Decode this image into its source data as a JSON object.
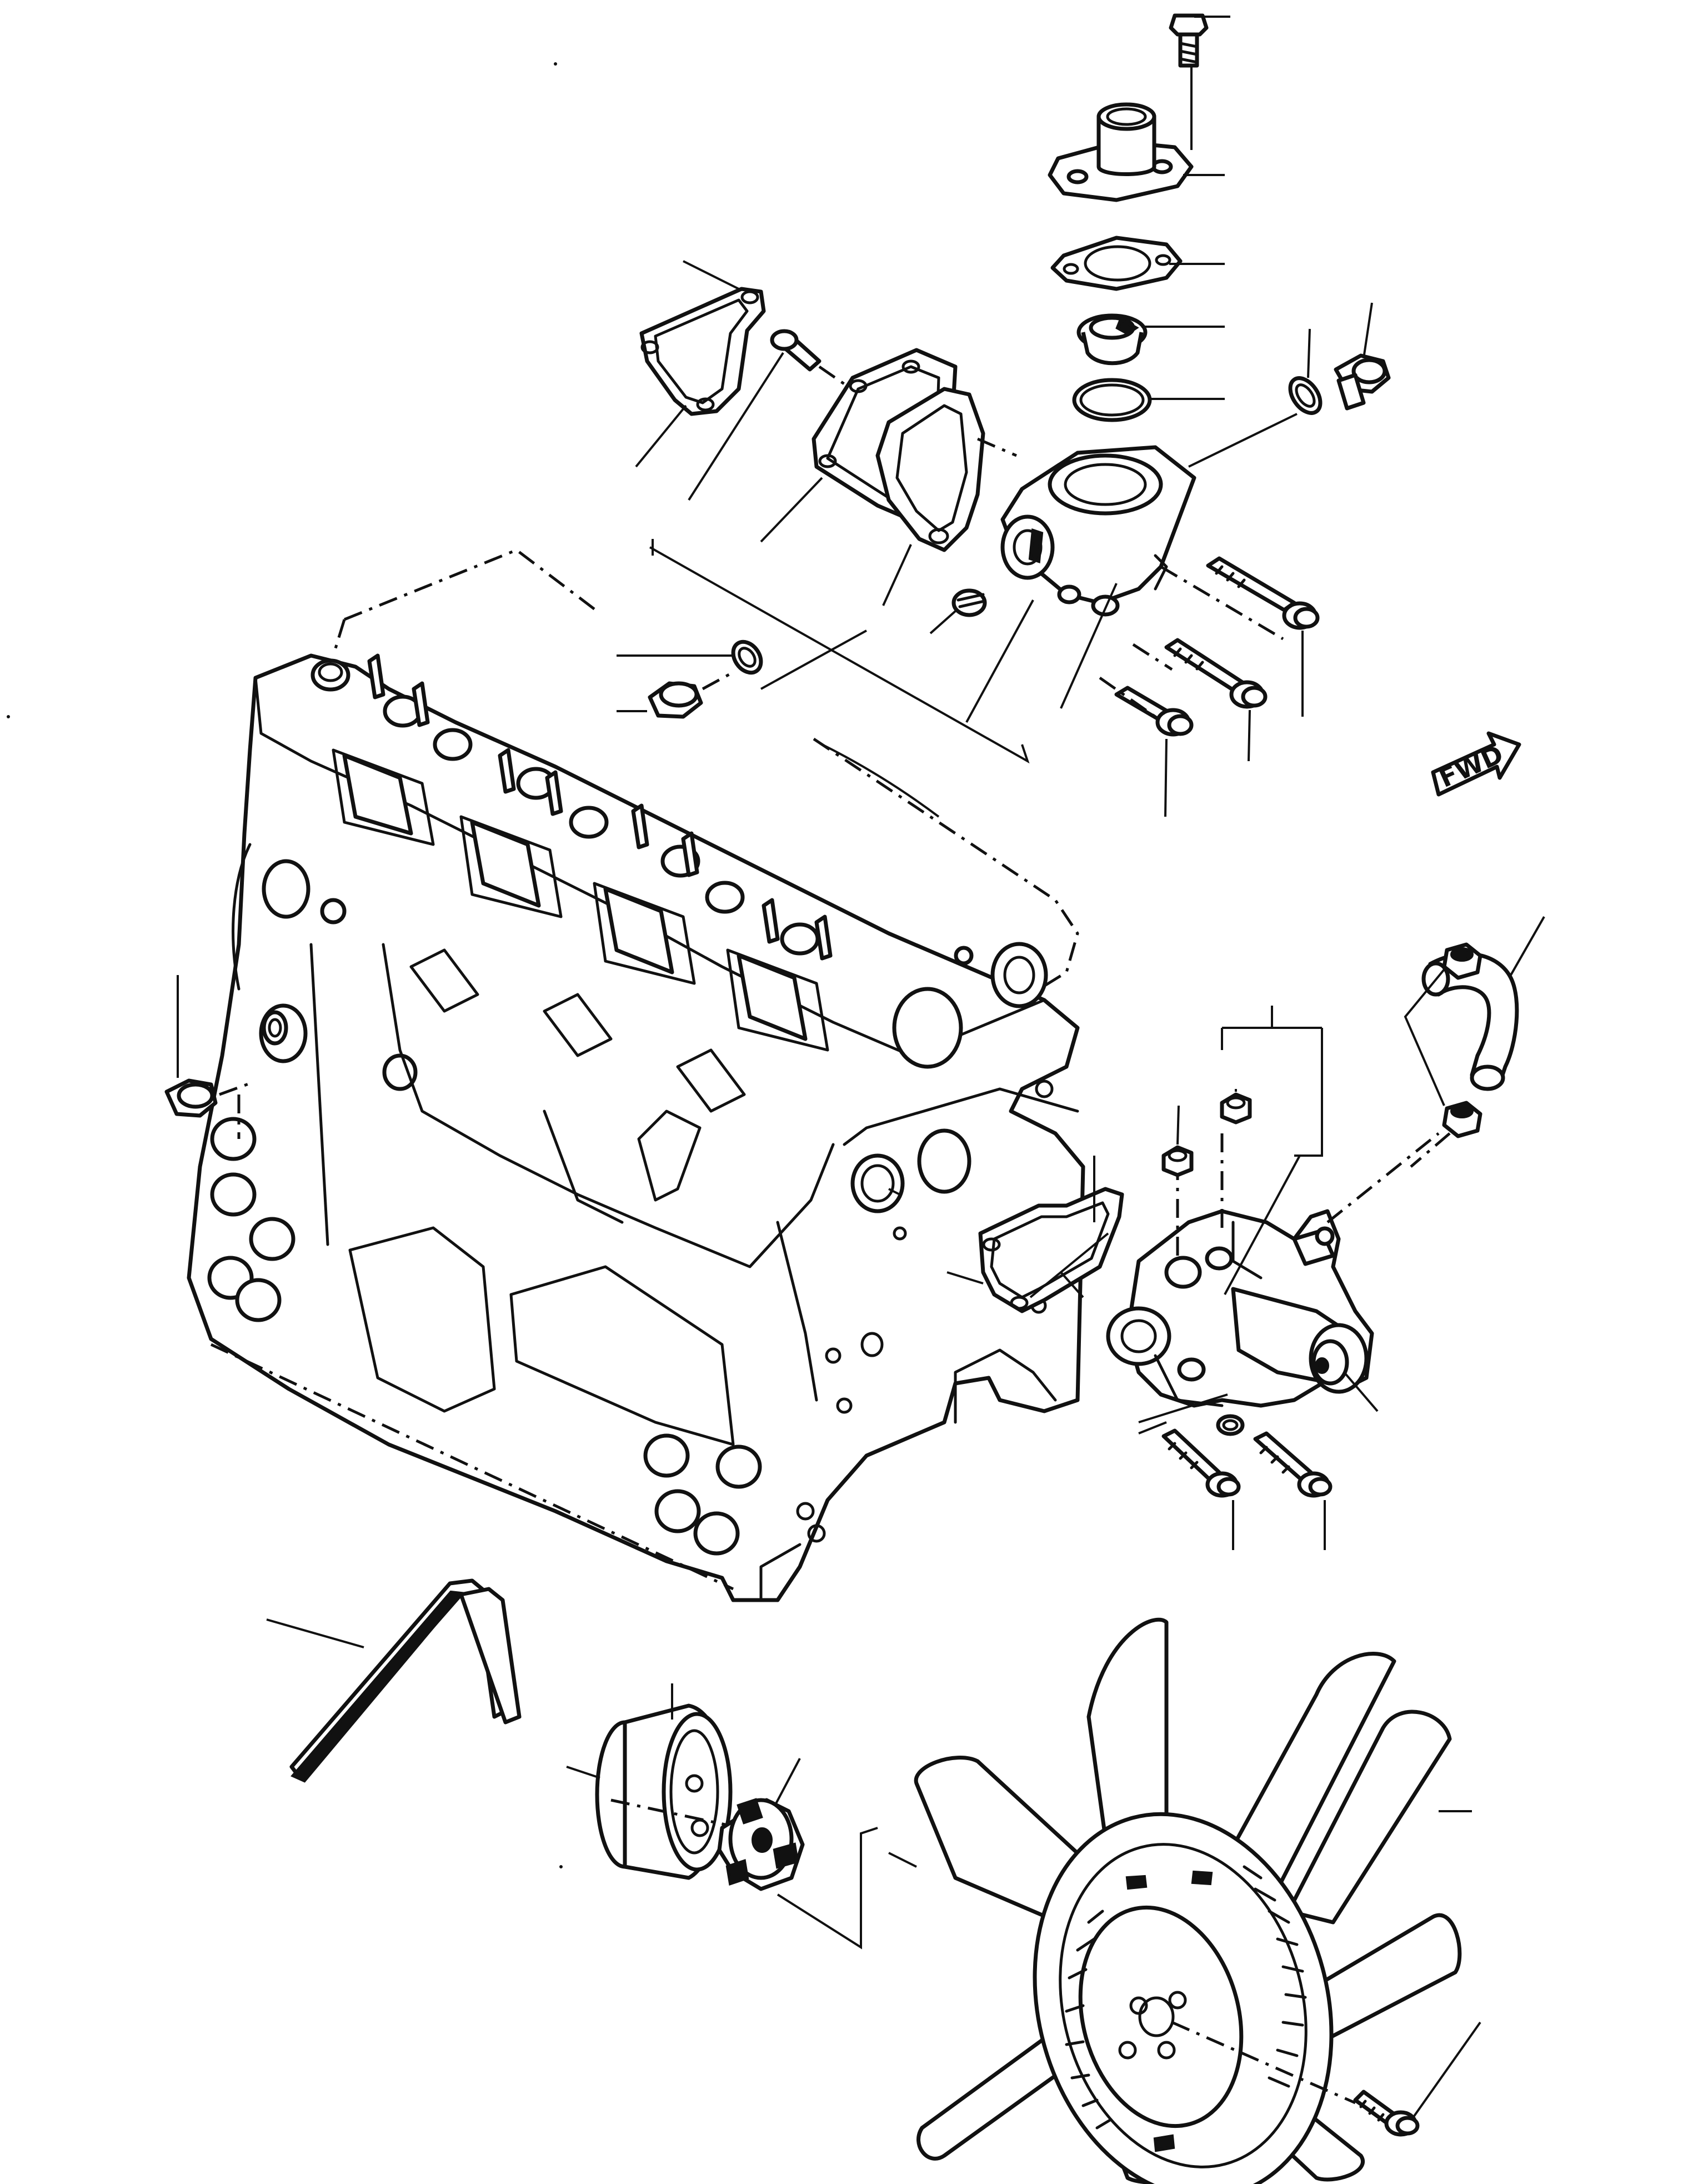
{
  "fwd_marker": {
    "label": "FWD",
    "icon": "forward-arrow-icon"
  },
  "parts": [
    {
      "name": "thermostat-housing-bolt"
    },
    {
      "name": "thermostat-cover"
    },
    {
      "name": "thermostat-cover-gasket"
    },
    {
      "name": "thermostat"
    },
    {
      "name": "thermostat-seal-ring"
    },
    {
      "name": "drain-plug"
    },
    {
      "name": "drain-plug-washer"
    },
    {
      "name": "thermostat-housing"
    },
    {
      "name": "water-outlet-gasket"
    },
    {
      "name": "water-outlet-plate"
    },
    {
      "name": "water-outlet-bolt"
    },
    {
      "name": "water-outlet-gasket-inner"
    },
    {
      "name": "block-plug"
    },
    {
      "name": "block-plug-washer"
    },
    {
      "name": "engine-block"
    },
    {
      "name": "water-pump"
    },
    {
      "name": "water-pump-gasket"
    },
    {
      "name": "bypass-hose"
    },
    {
      "name": "hose-clamp"
    },
    {
      "name": "fan-belt"
    },
    {
      "name": "fan-pulley"
    },
    {
      "name": "fan-spacer"
    },
    {
      "name": "cooling-fan"
    },
    {
      "name": "fan-bolt"
    }
  ]
}
